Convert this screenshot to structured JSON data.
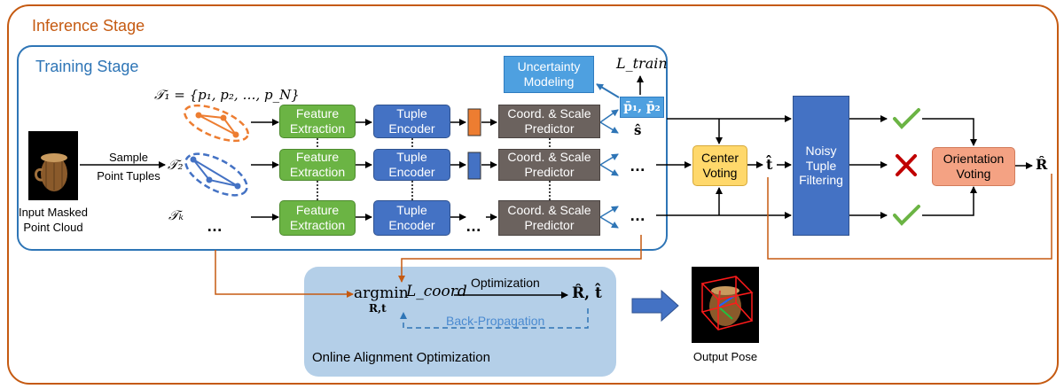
{
  "stages": {
    "inference": "Inference Stage",
    "training": "Training Stage",
    "online": "Online Alignment Optimization"
  },
  "input": {
    "label_line1": "Input Masked",
    "label_line2": "Point Cloud",
    "sample_line1": "Sample",
    "sample_line2": "Point Tuples"
  },
  "tuples": {
    "t1_label": "𝒯₁ = {p₁, p₂, …, p_N}",
    "t2_label": "𝒯₂",
    "tk_label": "𝒯ₖ",
    "dots": "…"
  },
  "modules": {
    "feature_extraction": "Feature\nExtraction",
    "tuple_encoder": "Tuple\nEncoder",
    "predictor": "Coord. & Scale\nPredictor",
    "uncertainty": "Uncertainty\nModeling",
    "center_voting": "Center\nVoting",
    "noisy_filter": "Noisy\nTuple\nFiltering",
    "orientation_voting": "Orientation\nVoting"
  },
  "outputs": {
    "l_train": "L_train",
    "p_bar": "p̄₁, p̄₂",
    "s_hat": "ŝ",
    "t_hat": "t̂",
    "r_hat": "R̂",
    "dots": "…"
  },
  "optimization": {
    "argmin": "argmin",
    "argmin_sub": "R,t",
    "l_coord": "L_coord",
    "optimization_label": "Optimization",
    "result": "R̂, t̂",
    "backprop": "Back-Propagation"
  },
  "output_pose_label": "Output Pose",
  "colors": {
    "inference_border": "#c55a11",
    "training_border": "#2e75b6",
    "online_fill": "#b4cfe8",
    "feature_fill": "#6bb444",
    "encoder_fill": "#4472c4",
    "predictor_fill": "#6b625e",
    "center_fill": "#ffd86b",
    "orientation_fill": "#f4a283",
    "check": "#6bb444",
    "cross": "#c00000"
  }
}
